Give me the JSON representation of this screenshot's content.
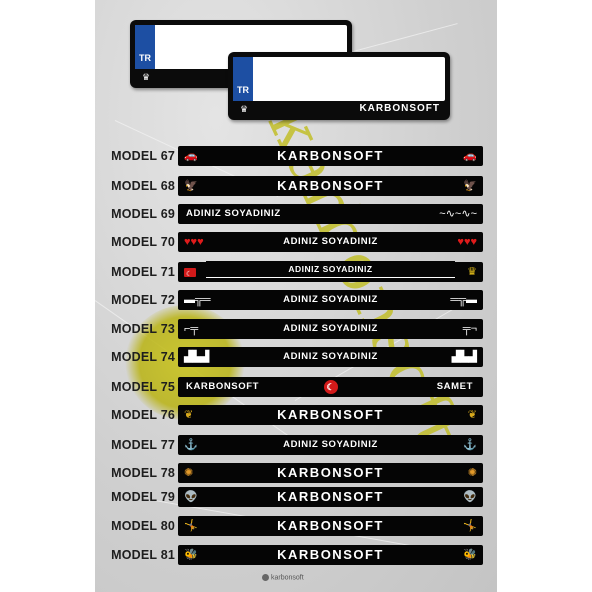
{
  "plates": [
    {
      "country_code": "TR",
      "brand": "",
      "colors": {
        "band": "#1d4fa3"
      }
    },
    {
      "country_code": "TR",
      "brand": "KARBONSOFT",
      "colors": {
        "band": "#1d4fa3"
      }
    }
  ],
  "watermark": "karbonsoft",
  "models": [
    {
      "label": "MODEL 67",
      "title": "KARBONSOFT",
      "style": "big",
      "left_icon": "car-icon",
      "left_glyph": "🚗",
      "right_icon": "car-icon",
      "right_glyph": "🚗"
    },
    {
      "label": "MODEL 68",
      "title": "KARBONSOFT",
      "style": "big",
      "left_icon": "eagle-icon",
      "left_glyph": "🦅",
      "right_icon": "eagle-icon",
      "right_glyph": "🦅"
    },
    {
      "label": "MODEL 69",
      "left_text": "ADINIZ SOYADINIZ",
      "right_icon": "heartbeat-icon",
      "right_glyph": "~∿~∿~"
    },
    {
      "label": "MODEL 70",
      "title": "ADINIZ SOYADINIZ",
      "style": "small",
      "left_icon": "hearts-icon",
      "left_glyph": "♥♥♥",
      "right_icon": "hearts-icon",
      "right_glyph": "♥♥♥"
    },
    {
      "label": "MODEL 71",
      "title": "ADINIZ SOYADINIZ",
      "style": "lines",
      "left_icon": "turkish-flag-icon",
      "right_icon": "crown-icon",
      "right_glyph": "♛"
    },
    {
      "label": "MODEL 72",
      "title": "ADINIZ SOYADINIZ",
      "style": "small",
      "left_icon": "rifle-icon",
      "left_glyph": "▬╦═",
      "right_icon": "rifle-icon",
      "right_glyph": "═╦▬"
    },
    {
      "label": "MODEL 73",
      "title": "ADINIZ SOYADINIZ",
      "style": "small",
      "left_icon": "pistol-icon",
      "left_glyph": "⌐╤",
      "right_icon": "pistol-icon",
      "right_glyph": "╤¬"
    },
    {
      "label": "MODEL 74",
      "title": "ADINIZ SOYADINIZ",
      "style": "small",
      "left_icon": "skyline-icon",
      "left_glyph": "▟▙▟",
      "right_icon": "skyline-icon",
      "right_glyph": "▟▙▟"
    },
    {
      "label": "MODEL 75",
      "left_text": "KARBONSOFT",
      "center_icon": "turkish-flag-icon",
      "right_text": "SAMET"
    },
    {
      "label": "MODEL 76",
      "title": "KARBONSOFT",
      "style": "big",
      "left_icon": "laurel-icon",
      "left_glyph": "❦",
      "right_icon": "laurel-icon",
      "right_glyph": "❦"
    },
    {
      "label": "MODEL 77",
      "title": "ADINIZ SOYADINIZ",
      "style": "small",
      "left_icon": "anchor-icon",
      "left_glyph": "⚓",
      "right_icon": "anchor-icon",
      "right_glyph": "⚓"
    },
    {
      "label": "MODEL 78",
      "title": "KARBONSOFT",
      "style": "big",
      "left_icon": "sun-icon",
      "left_glyph": "✺",
      "right_icon": "sun-icon",
      "right_glyph": "✺"
    },
    {
      "label": "MODEL 79",
      "title": "KARBONSOFT",
      "style": "big",
      "left_icon": "alien-icon",
      "left_glyph": "👽",
      "right_icon": "alien-icon",
      "right_glyph": "👽"
    },
    {
      "label": "MODEL 80",
      "title": "KARBONSOFT",
      "style": "big",
      "left_icon": "figure-icon",
      "left_glyph": "🤸",
      "right_icon": "figure-icon",
      "right_glyph": "🤸"
    },
    {
      "label": "MODEL 81",
      "title": "KARBONSOFT",
      "style": "big",
      "left_icon": "bee-icon",
      "left_glyph": "🐝",
      "right_icon": "bee-icon",
      "right_glyph": "🐝"
    }
  ],
  "footer": {
    "logo_text": "karbonsoft"
  }
}
